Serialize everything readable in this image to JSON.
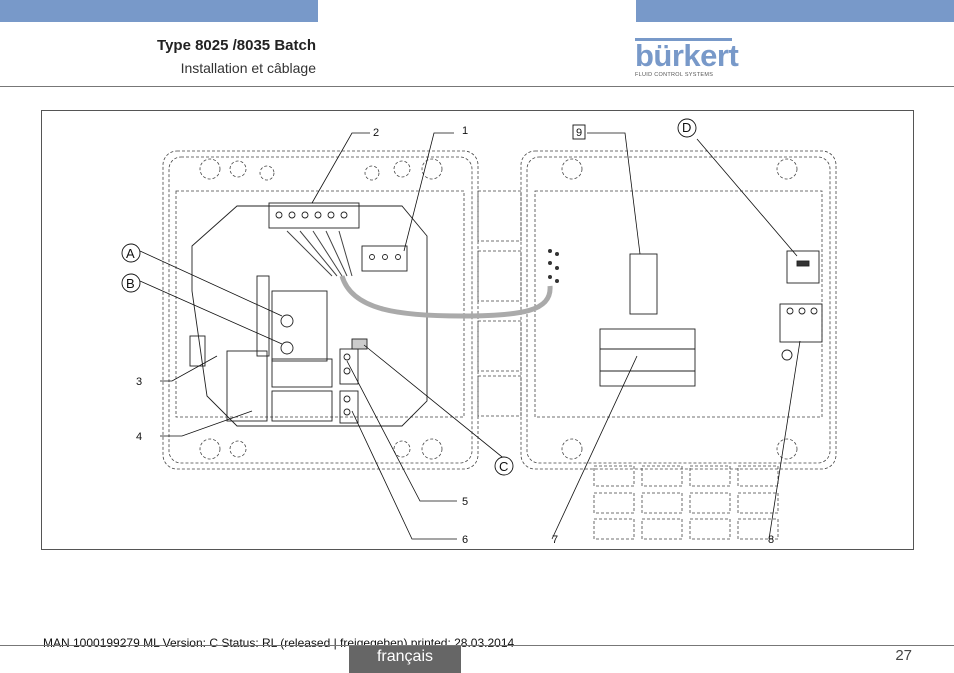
{
  "header": {
    "title": "Type 8025 /8035 Batch",
    "subtitle": "Installation et câblage",
    "logo_text": "bürkert",
    "logo_sub": "FLUID CONTROL SYSTEMS",
    "accent": "#7899c9"
  },
  "figure": {
    "callouts": {
      "n1": "1",
      "n2": "2",
      "n3": "3",
      "n4": "4",
      "n5": "5",
      "n6": "6",
      "n7": "7",
      "n8": "8",
      "n9": "9",
      "A": "A",
      "B": "B",
      "C": "C",
      "D": "D"
    }
  },
  "footer": {
    "doc_info": "MAN  1000199279  ML  Version: C Status: RL (released | freigegeben)  printed: 28.03.2014",
    "language": "français",
    "page_number": "27"
  }
}
